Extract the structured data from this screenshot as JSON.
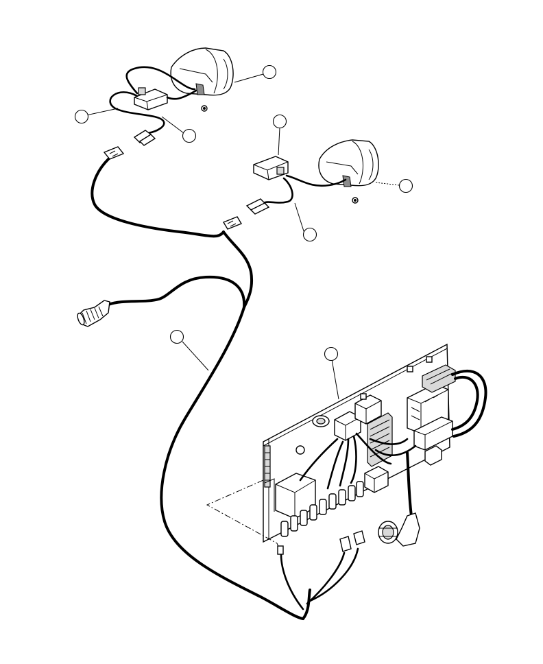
{
  "diagram": {
    "callouts": [
      {
        "id": "callout-1",
        "label": ""
      },
      {
        "id": "callout-2",
        "label": ""
      },
      {
        "id": "callout-3",
        "label": ""
      },
      {
        "id": "callout-4",
        "label": ""
      },
      {
        "id": "callout-5",
        "label": ""
      },
      {
        "id": "callout-6",
        "label": ""
      },
      {
        "id": "callout-7",
        "label": ""
      },
      {
        "id": "callout-8",
        "label": ""
      }
    ],
    "colors": {
      "line": "#000000",
      "background": "#ffffff",
      "shade": "#d9d9d9"
    }
  }
}
